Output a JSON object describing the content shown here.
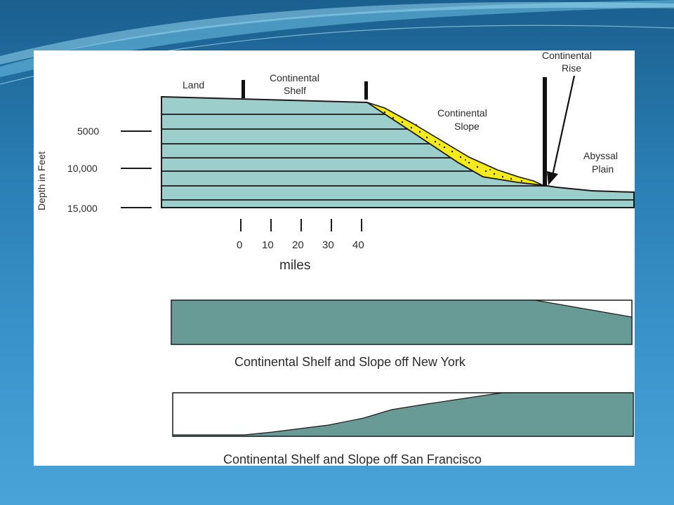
{
  "diagram": {
    "labels": {
      "land": "Land",
      "shelf_line1": "Continental",
      "shelf_line2": "Shelf",
      "slope_line1": "Continental",
      "slope_line2": "Slope",
      "rise_line1": "Continental",
      "rise_line2": "Rise",
      "abyssal_line1": "Abyssal",
      "abyssal_line2": "Plain"
    },
    "y_axis": {
      "title": "Depth in Feet",
      "ticks": [
        "5000",
        "10,000",
        "15,000"
      ]
    },
    "x_axis": {
      "title": "miles",
      "ticks": [
        "0",
        "10",
        "20",
        "30",
        "40"
      ]
    }
  },
  "profiles": [
    {
      "caption": "Continental Shelf and Slope off New York"
    },
    {
      "caption": "Continental Shelf and Slope off San Francisco"
    }
  ],
  "colors": {
    "sea_fill": "#9ccfcb",
    "sediment_fill": "#f4ea1c",
    "profile_fill": "#689a96",
    "outline": "#1a1a1a"
  }
}
